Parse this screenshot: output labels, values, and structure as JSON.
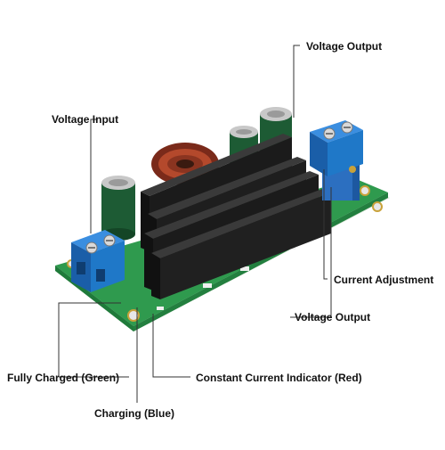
{
  "labels": {
    "voltage_output_top": "Voltage Output",
    "voltage_input": "Voltage Input",
    "current_adjustment": "Current Adjustment",
    "voltage_output_bottom": "Voltage Output",
    "fully_charged": "Fully Charged (Green)",
    "constant_current": "Constant Current Indicator (Red)",
    "charging": "Charging (Blue)"
  },
  "colors": {
    "pcb": "#2f9a4e",
    "heatsink": "#1b1b1b",
    "terminal": "#1f78c8",
    "leader_line": "#333333"
  }
}
